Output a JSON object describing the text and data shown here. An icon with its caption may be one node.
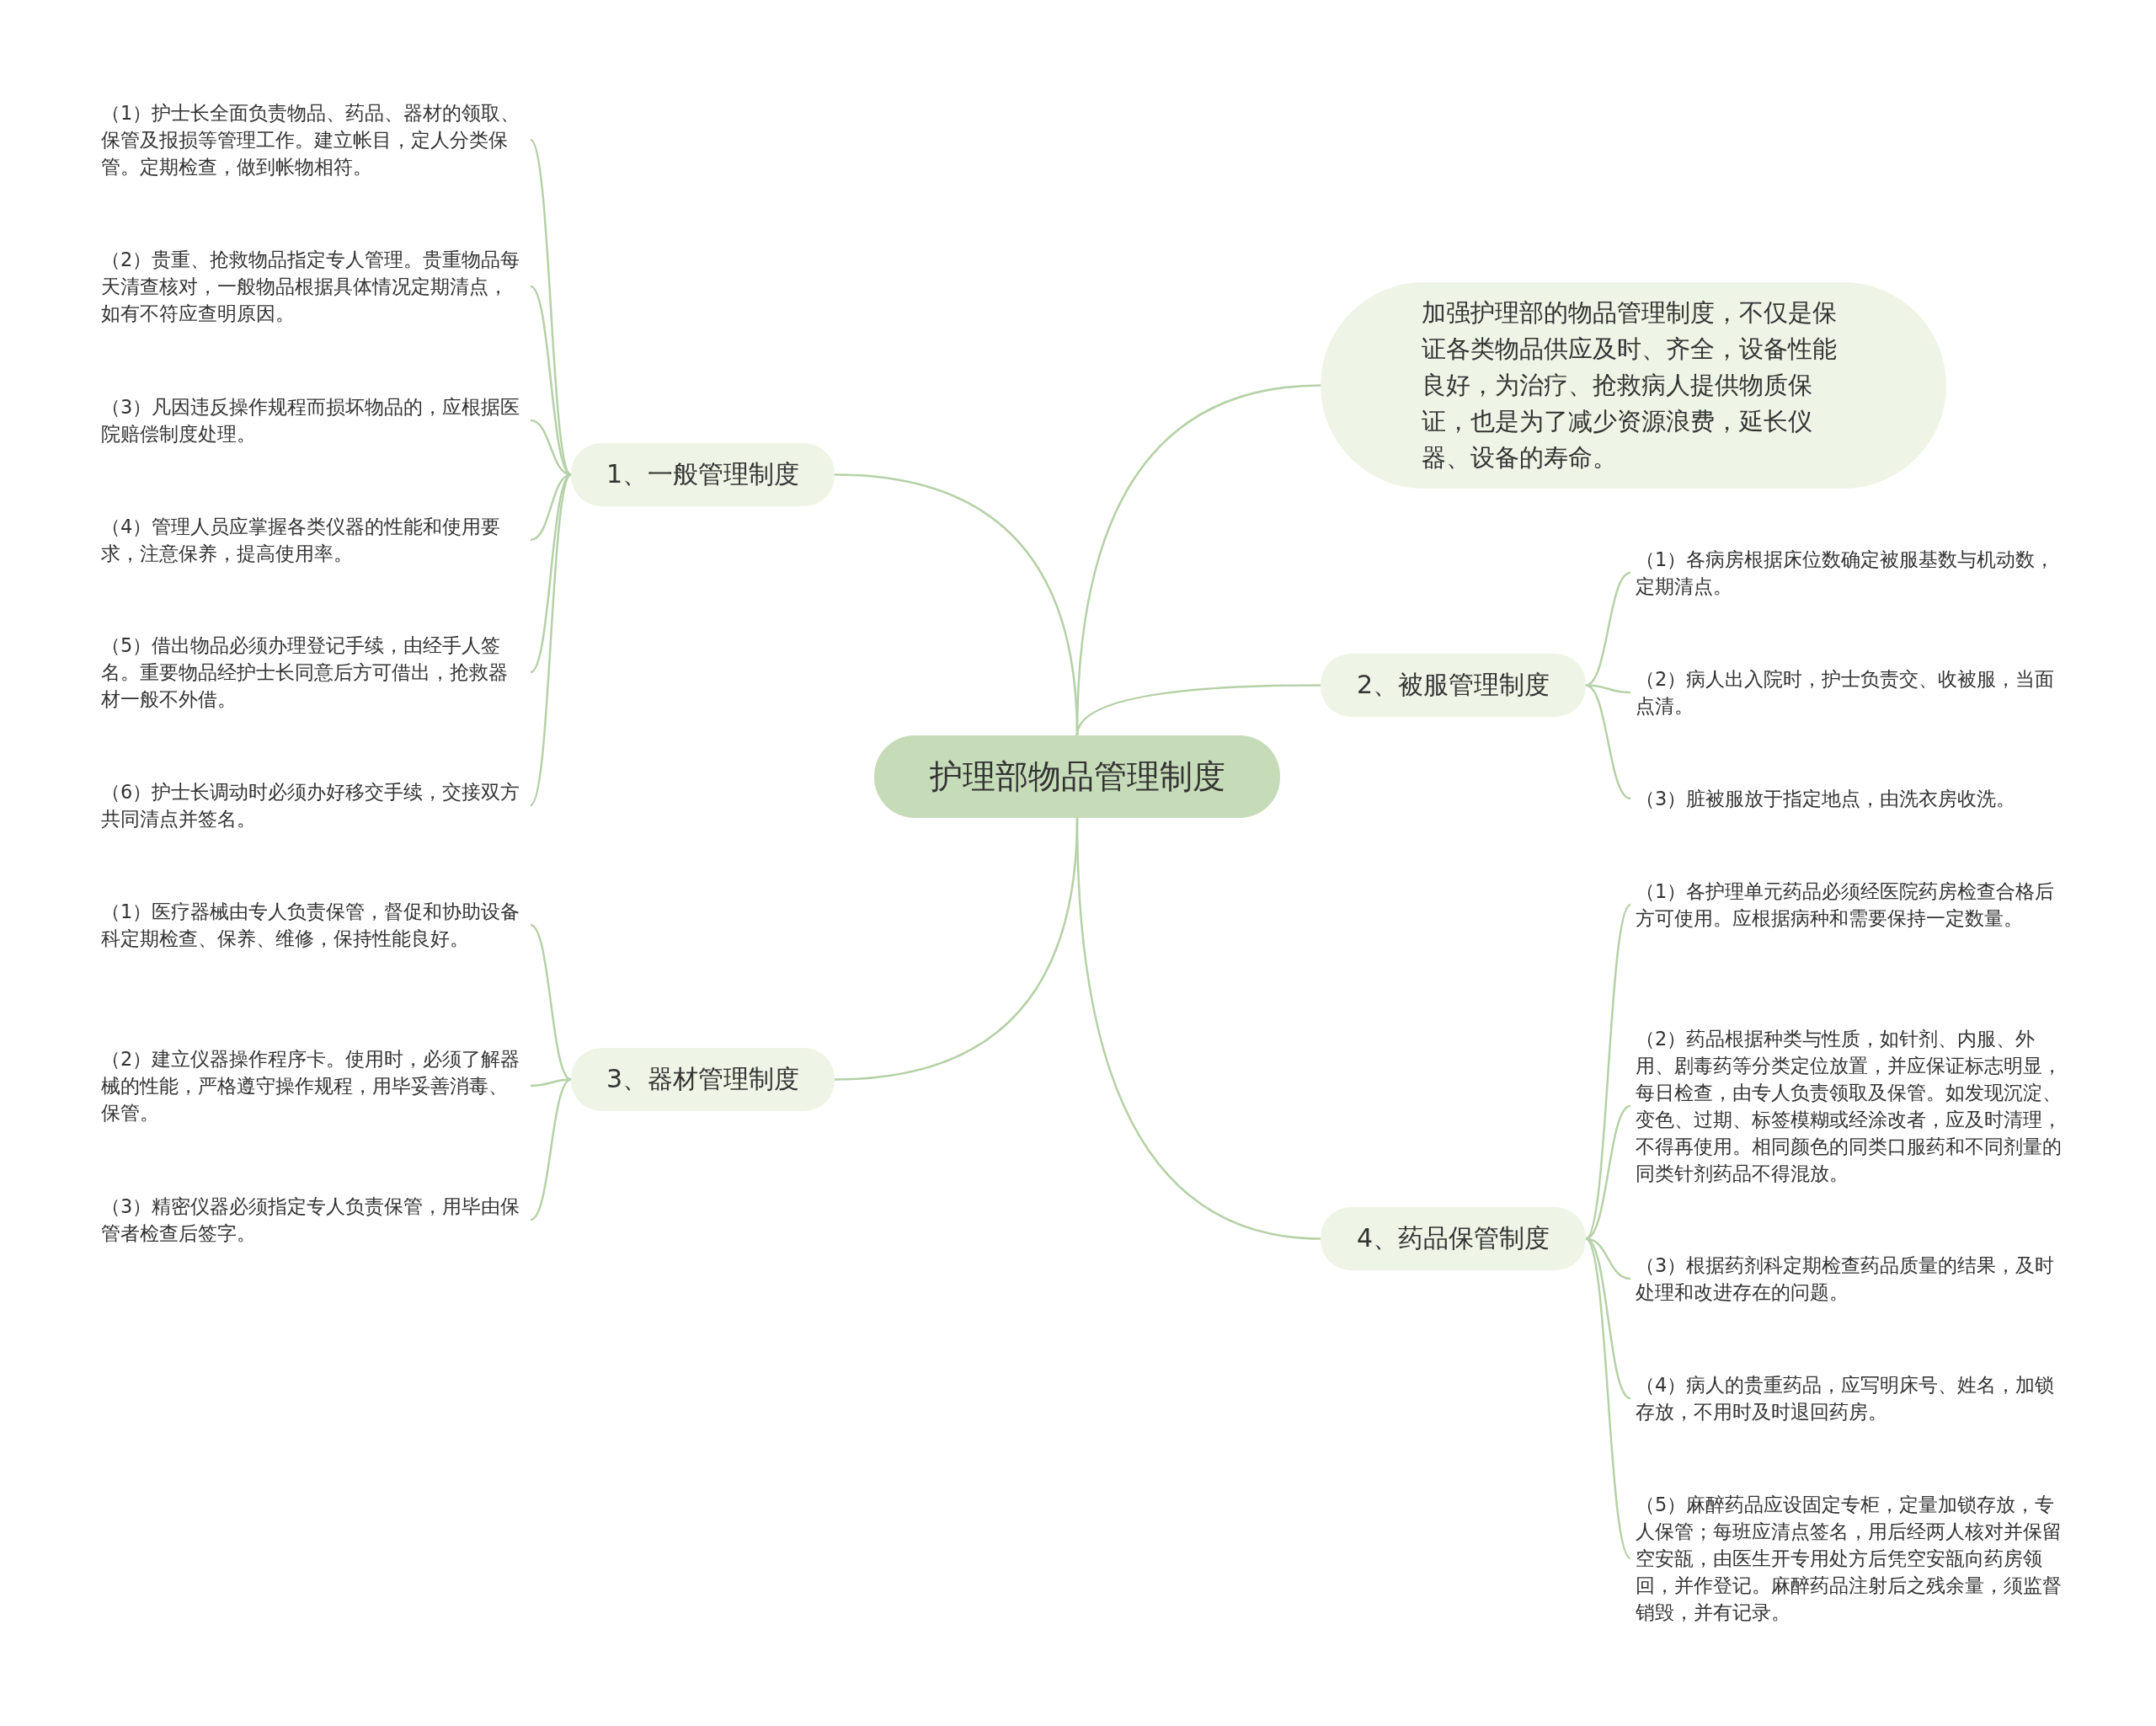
{
  "diagram": {
    "nodes": [
      {
        "text": [
          "护理部物品管理制度"
        ]
      },
      {
        "text": [
          "加强护理部的物品管理制度，不仅是保证各类物品供应及时、齐全，设备性能良好，为治疗、抢救病人提供物质保证，也是为了减少资源浪费，延长仪器、设备的寿命。"
        ]
      },
      {
        "text": [
          "1、一般管理制度"
        ]
      },
      {
        "text": [
          "（1）护士长全面负责物品、药品、器材的领取、保管及报损等管理工作。建立帐目，定人分类保管。定期检查，做到帐物相符。"
        ]
      },
      {
        "text": [
          "（2）贵重、抢救物品指定专人管理。贵重物品每天清查核对，一般物品根据具体情况定期清点，如有不符应查明原因。"
        ]
      },
      {
        "text": [
          "（3）凡因违反操作规程而损坏物品的，应根据医院赔偿制度处理。"
        ]
      },
      {
        "text": [
          "（4）管理人员应掌握各类仪器的性能和使用要求，注意保养，提高使用率。"
        ]
      },
      {
        "text": [
          "（5）借出物品必须办理登记手续，由经手人签名。重要物品经护士长同意后方可借出，抢救器材一般不外借。"
        ]
      },
      {
        "text": [
          "（6）护士长调动时必须办好移交手续，交接双方共同清点并签名。"
        ]
      },
      {
        "text": [
          "2、被服管理制度"
        ]
      },
      {
        "text": [
          "（1）各病房根据床位数确定被服基数与机动数，定期清点。"
        ]
      },
      {
        "text": [
          "（2）病人出入院时，护士负责交、收被服，当面点清。"
        ]
      },
      {
        "text": [
          "（3）脏被服放于指定地点，由洗衣房收洗。"
        ]
      },
      {
        "text": [
          "3、器材管理制度"
        ]
      },
      {
        "text": [
          "（1）医疗器械由专人负责保管，督促和协助设备科定期检查、保养、维修，保持性能良好。"
        ]
      },
      {
        "text": [
          "（2）建立仪器操作程序卡。使用时，必须了解器械的性能，严格遵守操作规程，用毕妥善消毒、保管。"
        ]
      },
      {
        "text": [
          "（3）精密仪器必须指定专人负责保管，用毕由保管者检查后签字。"
        ]
      },
      {
        "text": [
          "4、药品保管制度"
        ]
      },
      {
        "text": [
          "（1）各护理单元药品必须经医院药房检查合格后方可使用。应根据病种和需要保持一定数量。"
        ]
      },
      {
        "text": [
          "（2）药品根据种类与性质，如针剂、内服、外用、剧毒药等分类定位放置，并应保证标志明显，每日检查，由专人负责领取及保管。如发现沉淀、变色、过期、标签模糊或经涂改者，应及时清理，不得再使用。相同颜色的同类口服药和不同剂量的同类针剂药品不得混放。"
        ]
      },
      {
        "text": [
          "（3）根据药剂科定期检查药品质量的结果，及时处理和改进存在的问题。"
        ]
      },
      {
        "text": [
          "（4）病人的贵重药品，应写明床号、姓名，加锁存放，不用时及时退回药房。"
        ]
      },
      {
        "text": [
          "（5）麻醉药品应设固定专柜，定量加锁存放，专人保管；每班应清点签名，用后经两人核对并保留空安瓿，由医生开专用处方后凭空安瓿向药房领回，并作登记。麻醉药品注射后之残余量，须监督销毁，并有记录。"
        ]
      }
    ],
    "edges": [
      {
        "from": 0,
        "to": 1,
        "arrow": "none"
      },
      {
        "from": 0,
        "to": 2,
        "arrow": "none"
      },
      {
        "from": 2,
        "to": 3,
        "arrow": "none"
      },
      {
        "from": 2,
        "to": 4,
        "arrow": "none"
      },
      {
        "from": 2,
        "to": 5,
        "arrow": "none"
      },
      {
        "from": 2,
        "to": 6,
        "arrow": "none"
      },
      {
        "from": 2,
        "to": 7,
        "arrow": "none"
      },
      {
        "from": 2,
        "to": 8,
        "arrow": "none"
      },
      {
        "from": 0,
        "to": 9,
        "arrow": "none"
      },
      {
        "from": 9,
        "to": 10,
        "arrow": "none"
      },
      {
        "from": 9,
        "to": 11,
        "arrow": "none"
      },
      {
        "from": 9,
        "to": 12,
        "arrow": "none"
      },
      {
        "from": 0,
        "to": 13,
        "arrow": "none"
      },
      {
        "from": 13,
        "to": 14,
        "arrow": "none"
      },
      {
        "from": 13,
        "to": 15,
        "arrow": "none"
      },
      {
        "from": 13,
        "to": 16,
        "arrow": "none"
      },
      {
        "from": 0,
        "to": 17,
        "arrow": "none"
      },
      {
        "from": 17,
        "to": 18,
        "arrow": "none"
      },
      {
        "from": 17,
        "to": 19,
        "arrow": "none"
      },
      {
        "from": 17,
        "to": 20,
        "arrow": "none"
      },
      {
        "from": 17,
        "to": 21,
        "arrow": "none"
      },
      {
        "from": 17,
        "to": 22,
        "arrow": "none"
      }
    ]
  }
}
